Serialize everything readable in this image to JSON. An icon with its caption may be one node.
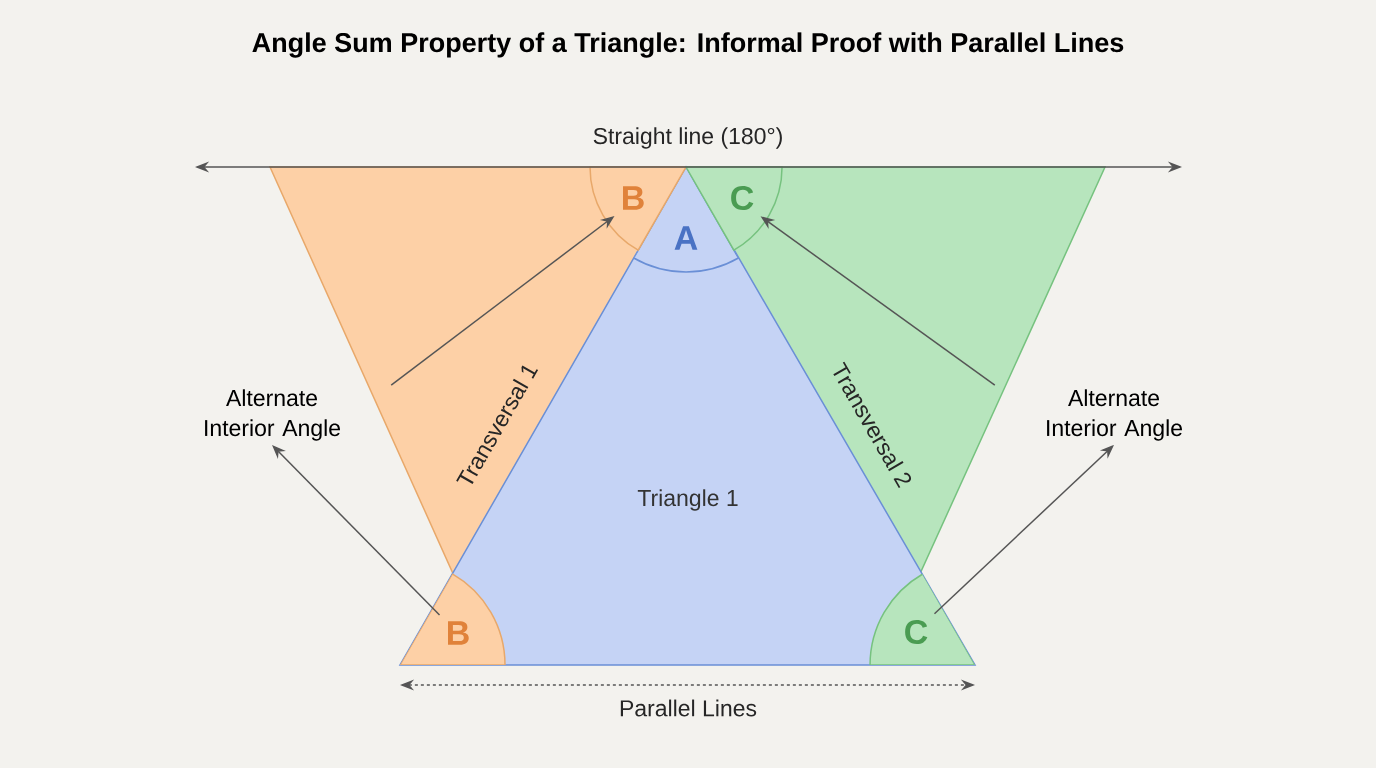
{
  "diagram": {
    "title": "Angle Sum Property of a Triangle: Informal Proof with Parallel Lines",
    "nodes": [
      {
        "text": [
          "Triangle 1"
        ]
      },
      {
        "text": [
          "A"
        ],
        "in": 0
      },
      {
        "text": [
          "B"
        ]
      },
      {
        "text": [
          "C"
        ]
      },
      {
        "text": [
          "B"
        ],
        "in": 0
      },
      {
        "text": [
          "C"
        ],
        "in": 0
      },
      {
        "text": [
          "Alternate Interior Angle"
        ]
      },
      {
        "text": [
          "Alternate Interior Angle"
        ]
      }
    ],
    "edges": [
      {
        "from": 6,
        "to": 2,
        "arrow": "to"
      },
      {
        "from": 4,
        "to": 6,
        "arrow": "to"
      },
      {
        "from": 7,
        "to": 3,
        "arrow": "to"
      },
      {
        "from": 5,
        "to": 7,
        "arrow": "to"
      }
    ],
    "labels": [
      "Straight line (180°)",
      "Transversal 1",
      "Transversal 2",
      "Parallel Lines"
    ]
  }
}
